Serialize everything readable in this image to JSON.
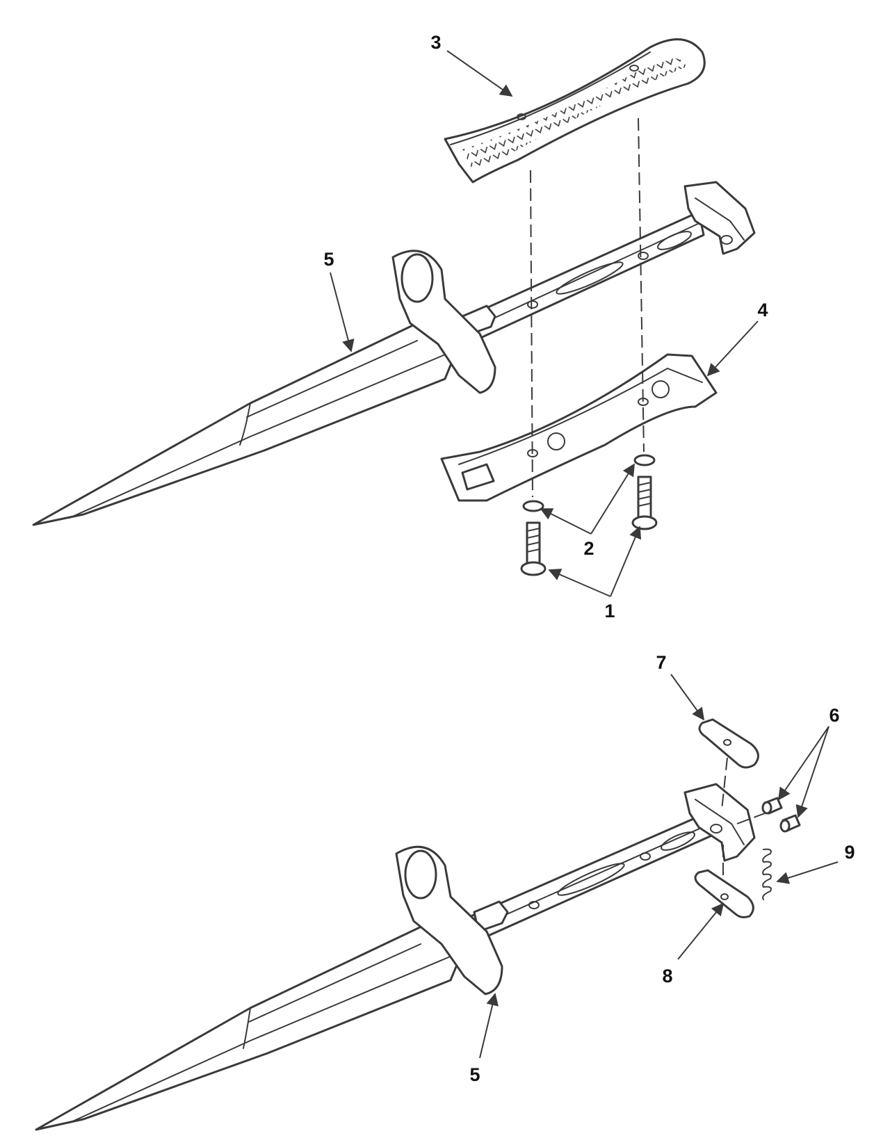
{
  "callouts": {
    "c1": "1",
    "c2": "2",
    "c3": "3",
    "c4": "4",
    "c5_top": "5",
    "c5_bottom": "5",
    "c6": "6",
    "c7": "7",
    "c8": "8",
    "c9": "9"
  },
  "colors": {
    "line": "#3a3a3a",
    "text": "#111111",
    "background": "#ffffff"
  }
}
